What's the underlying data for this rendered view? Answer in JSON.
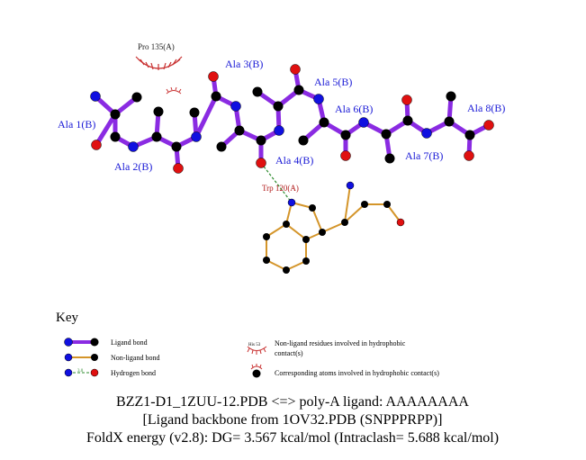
{
  "residues": {
    "pro135": "Pro 135(A)",
    "ala1": "Ala 1(B)",
    "ala2": "Ala 2(B)",
    "ala3": "Ala 3(B)",
    "ala4": "Ala 4(B)",
    "ala5": "Ala 5(B)",
    "ala6": "Ala 6(B)",
    "ala7": "Ala 7(B)",
    "ala8": "Ala 8(B)",
    "trp120": "Trp 120(A)"
  },
  "key": {
    "title": "Key",
    "ligand_bond": "Ligand bond",
    "non_ligand_bond": "Non-ligand bond",
    "hydrogen_bond": "Hydrogen bond",
    "hb_sample": "3.0",
    "his_sample": "His 53",
    "hydrophobic_residues_1": "Non-ligand residues involved in hydrophobic",
    "hydrophobic_residues_2": "contact(s)",
    "hydrophobic_atoms": "Corresponding atoms involved in hydrophobic contact(s)"
  },
  "caption": {
    "line1": "BZZ1-D1_1ZUU-12.PDB <=> poly-A ligand: AAAAAAAA",
    "line2": "[Ligand backbone from 1OV32.PDB (SNPPPRPP)]",
    "line3": "FoldX energy (v2.8): DG= 3.567 kcal/mol (Intraclash= 5.688 kcal/mol)"
  },
  "colors": {
    "ligand_bond": "#8a2be2",
    "non_ligand_bond": "#d4952a",
    "hydrogen_bond": "#2e8b2e",
    "carbon": "#000000",
    "nitrogen": "#1010e0",
    "oxygen": "#e01010",
    "hydrophobic": "#c83030",
    "residue_label": "#1a1ad6"
  }
}
